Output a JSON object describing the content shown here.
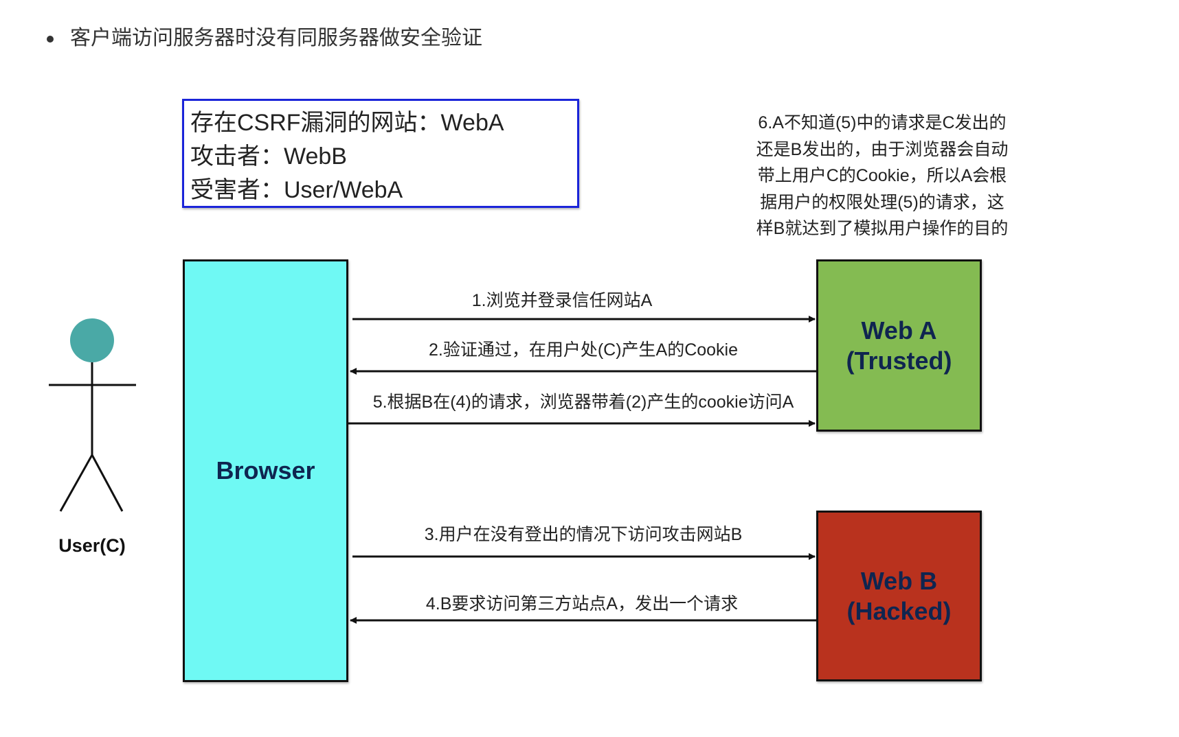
{
  "bullet": "客户端访问服务器时没有同服务器做安全验证",
  "legend": {
    "lines": [
      "存在CSRF漏洞的网站：WebA",
      "攻击者：WebB",
      "受害者：User/WebA"
    ],
    "border_color": "#1a24d9"
  },
  "note": {
    "lines": [
      "6.A不知道(5)中的请求是C发出的",
      "还是B发出的，由于浏览器会自动",
      "带上用户C的Cookie，所以A会根",
      "据用户的权限处理(5)的请求，这",
      "样B就达到了模拟用户操作的目的"
    ]
  },
  "user": {
    "label": "User(C)",
    "head_color": "#4aa9a6"
  },
  "browser": {
    "label": "Browser",
    "color": "#6ff9f4"
  },
  "weba": {
    "line1": "Web A",
    "line2": "(Trusted)",
    "color": "#84bb52"
  },
  "webb": {
    "line1": "Web B",
    "line2": "(Hacked)",
    "color": "#b9321e"
  },
  "steps": [
    {
      "label": "1.浏览并登录信任网站A",
      "direction": "right"
    },
    {
      "label": "2.验证通过，在用户处(C)产生A的Cookie",
      "direction": "left"
    },
    {
      "label": "5.根据B在(4)的请求，浏览器带着(2)产生的cookie访问A",
      "direction": "right"
    },
    {
      "label": "3.用户在没有登出的情况下访问攻击网站B",
      "direction": "right"
    },
    {
      "label": "4.B要求访问第三方站点A，发出一个请求",
      "direction": "left"
    }
  ]
}
